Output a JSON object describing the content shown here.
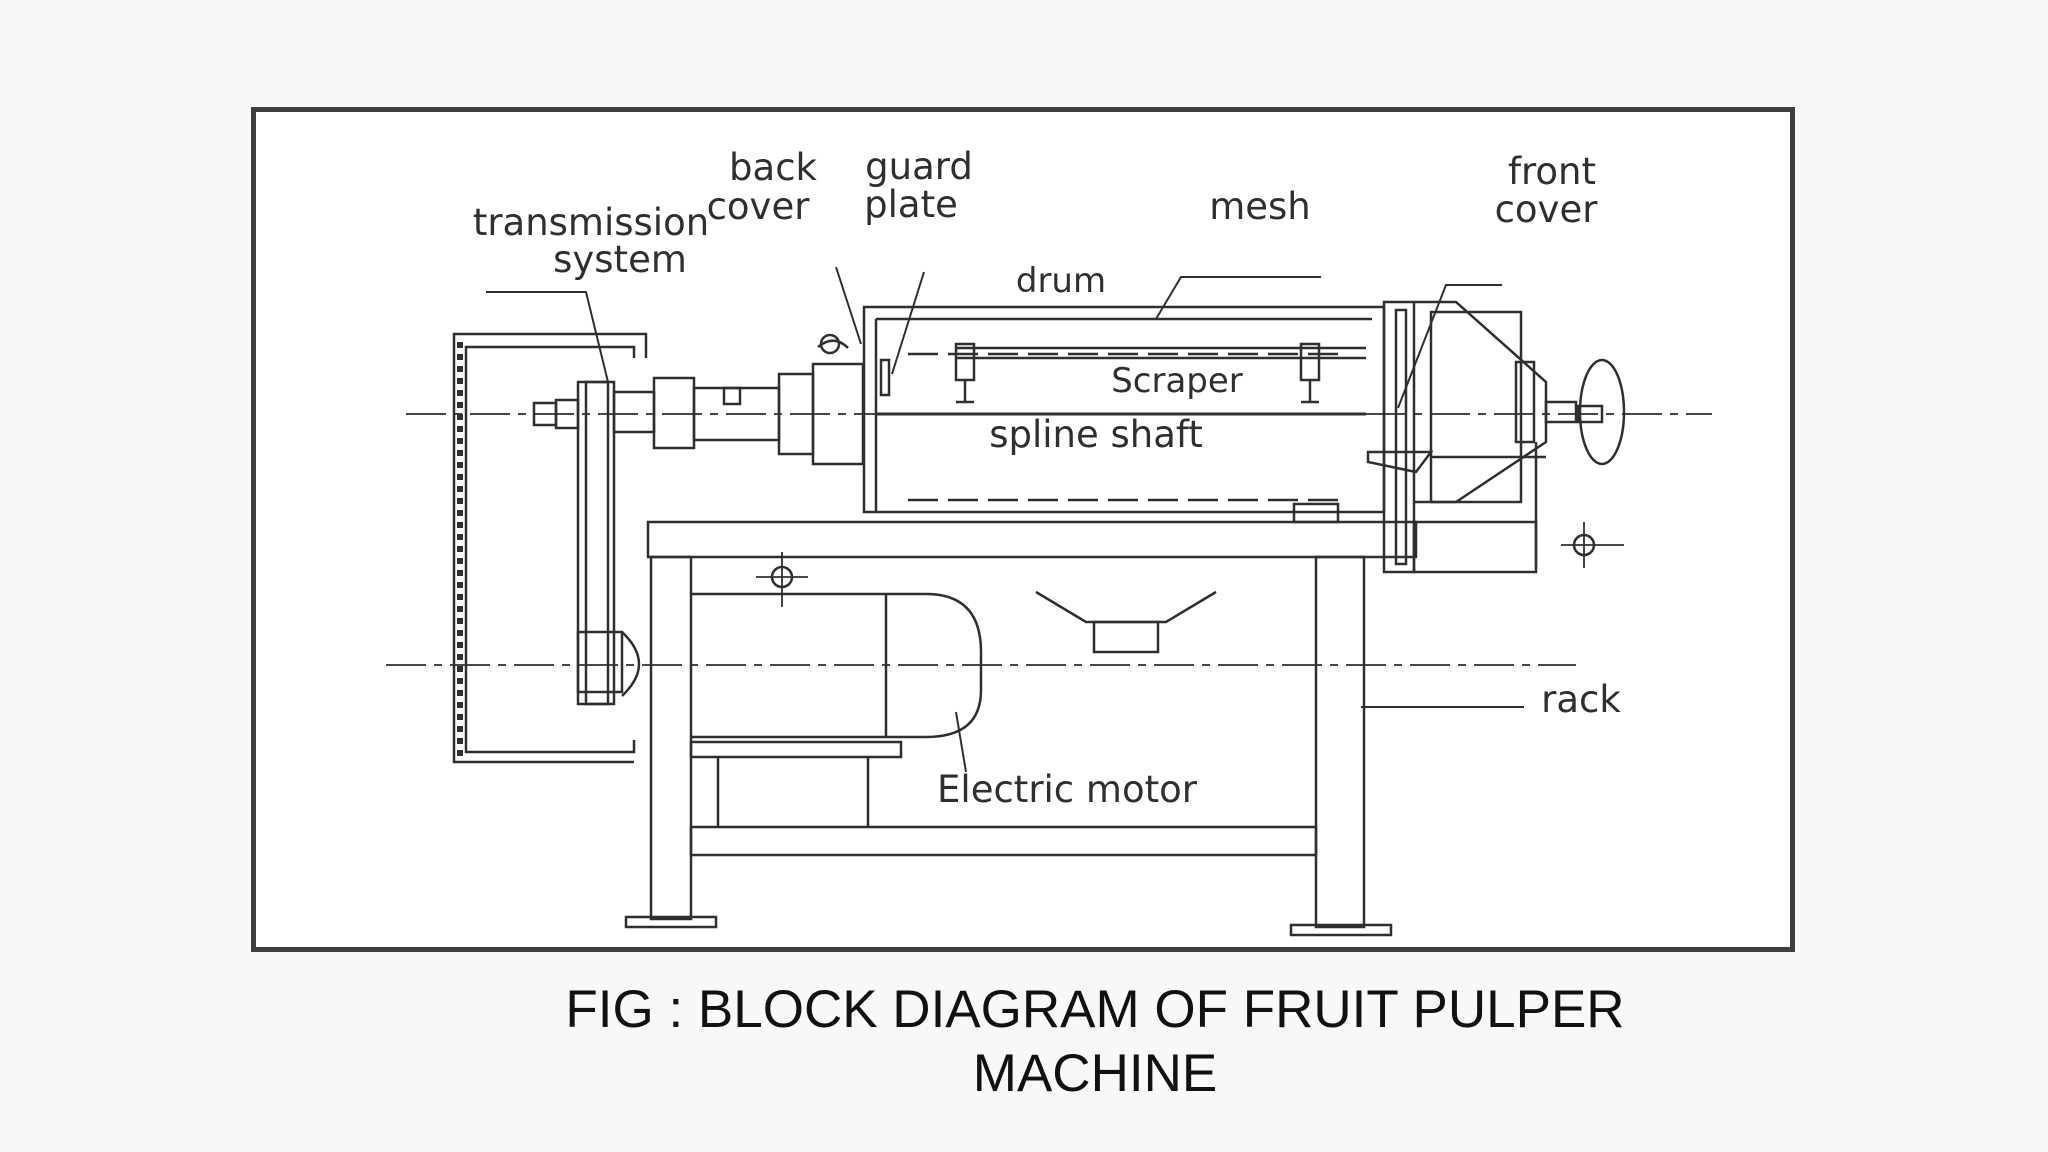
{
  "diagram": {
    "labels": {
      "transmission_system": [
        "transmission",
        "system"
      ],
      "back_cover": [
        "back",
        "cover"
      ],
      "guard_plate": [
        "guard",
        "plate"
      ],
      "mesh": "mesh",
      "front_cover": [
        "front",
        "cover"
      ],
      "drum": "drum",
      "scraper": "Scraper",
      "spline_shaft": "spline shaft",
      "rack": "rack",
      "electric_motor": "Electric motor"
    }
  },
  "caption": {
    "line1": "FIG : BLOCK DIAGRAM OF FRUIT PULPER",
    "line2": "MACHINE"
  },
  "colors": {
    "background": "#f8f8f8",
    "frame_border": "#3f3f3f",
    "line_art": "#2f2f2f",
    "caption_text": "#111111"
  }
}
